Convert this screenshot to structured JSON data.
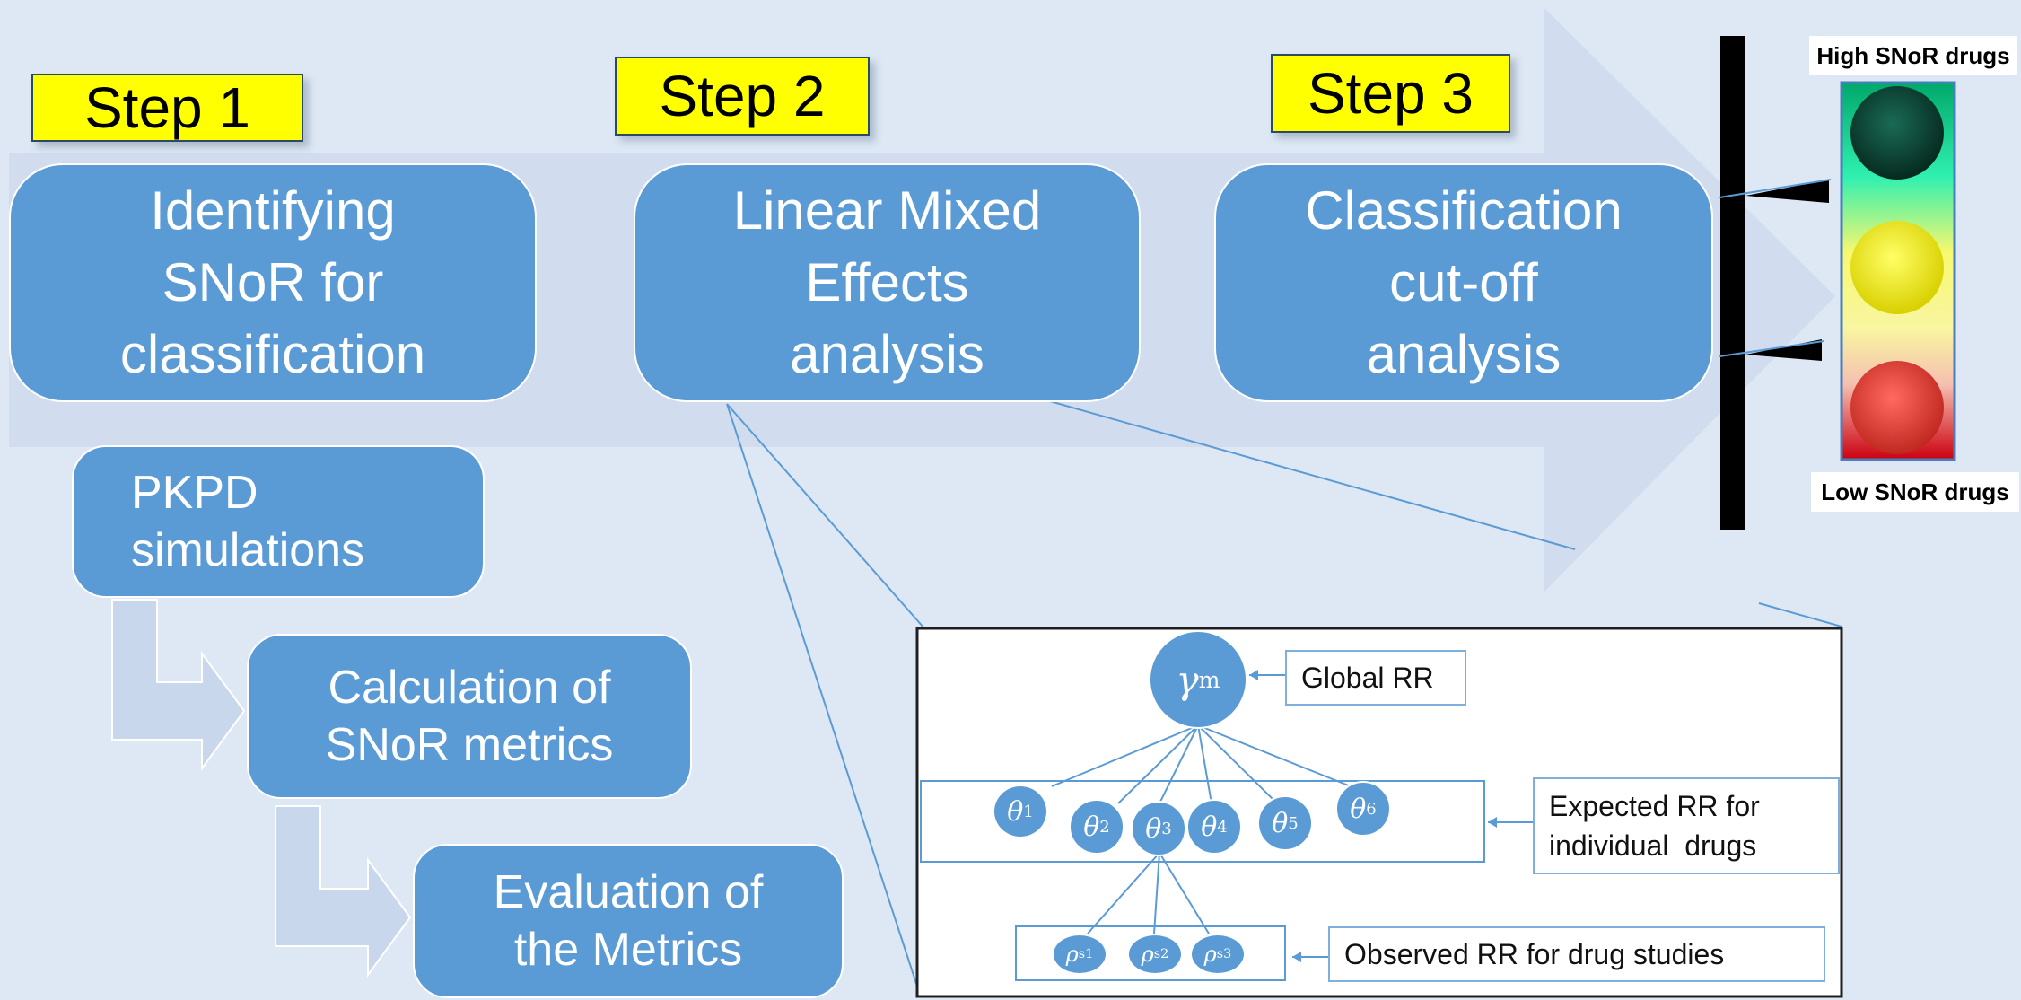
{
  "steps": [
    {
      "label": "Step 1",
      "lines": [
        "Identifying",
        "SNoR for",
        "classification"
      ]
    },
    {
      "label": "Step 2",
      "lines": [
        "Linear Mixed",
        "Effects",
        "analysis"
      ]
    },
    {
      "label": "Step 3",
      "lines": [
        "Classification",
        "cut-off",
        "analysis"
      ]
    }
  ],
  "sub_steps": [
    {
      "lines": [
        "PKPD",
        "simulations"
      ]
    },
    {
      "lines": [
        "Calculation of",
        "SNoR metrics"
      ]
    },
    {
      "lines": [
        "Evaluation of",
        "the Metrics"
      ]
    }
  ],
  "traffic_light": {
    "top_label": "High SNoR drugs",
    "bottom_label": "Low SNoR drugs",
    "colors": [
      "#0f4a3a",
      "#ffff2a",
      "#e8473f"
    ]
  },
  "lme_diagram": {
    "global_node": {
      "symbol": "γ",
      "sub": "m"
    },
    "global_label": "Global RR",
    "theta_nodes": [
      {
        "symbol": "θ",
        "sub": "1"
      },
      {
        "symbol": "θ",
        "sub": "2"
      },
      {
        "symbol": "θ",
        "sub": "3"
      },
      {
        "symbol": "θ",
        "sub": "4"
      },
      {
        "symbol": "θ",
        "sub": "5"
      },
      {
        "symbol": "θ",
        "sub": "6"
      }
    ],
    "expected_label": [
      "Expected RR for",
      "individual  drugs"
    ],
    "rho_nodes": [
      {
        "symbol": "ρ",
        "sub": "s1"
      },
      {
        "symbol": "ρ",
        "sub": "s2"
      },
      {
        "symbol": "ρ",
        "sub": "s3"
      }
    ],
    "observed_label": "Observed RR for drug studies"
  },
  "colors": {
    "box_blue": "#5b9bd5",
    "step_yellow": "#ffff00",
    "background": "#dde8f4"
  }
}
